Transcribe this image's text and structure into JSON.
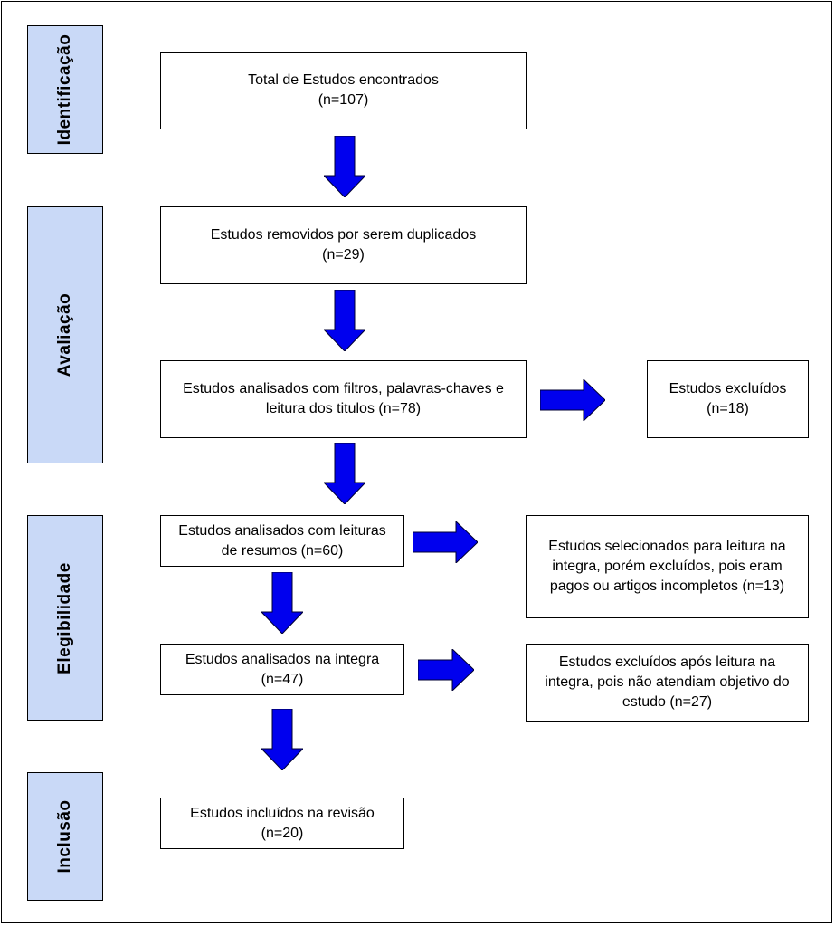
{
  "stages": {
    "identificacao": "Identificação",
    "avaliacao": "Avaliação",
    "elegibilidade": "Elegibilidade",
    "inclusao": "Inclusão"
  },
  "boxes": {
    "total": {
      "line1": "Total de Estudos encontrados",
      "line2": "(n=107)"
    },
    "duplicados": {
      "line1": "Estudos removidos por serem duplicados",
      "line2": "(n=29)"
    },
    "filtros": {
      "line1": "Estudos analisados com filtros, palavras-chaves e",
      "line2": "leitura dos titulos (n=78)"
    },
    "excluidos": {
      "line1": "Estudos excluídos",
      "line2": "(n=18)"
    },
    "resumos": {
      "line1": "Estudos analisados com leituras",
      "line2": "de resumos (n=60)"
    },
    "pagos": {
      "line1": "Estudos selecionados para leitura na",
      "line2": "integra, porém excluídos, pois eram",
      "line3": "pagos ou artigos incompletos (n=13)"
    },
    "integra": {
      "line1": "Estudos analisados na integra",
      "line2": "(n=47)"
    },
    "objetivo": {
      "line1": "Estudos excluídos após leitura na",
      "line2": "integra, pois não atendiam objetivo do",
      "line3": "estudo (n=27)"
    },
    "incluidos": {
      "line1": "Estudos incluídos na revisão",
      "line2": "(n=20)"
    }
  },
  "colors": {
    "arrow": "#0000ee",
    "stage_fill": "#c9d9f7"
  }
}
